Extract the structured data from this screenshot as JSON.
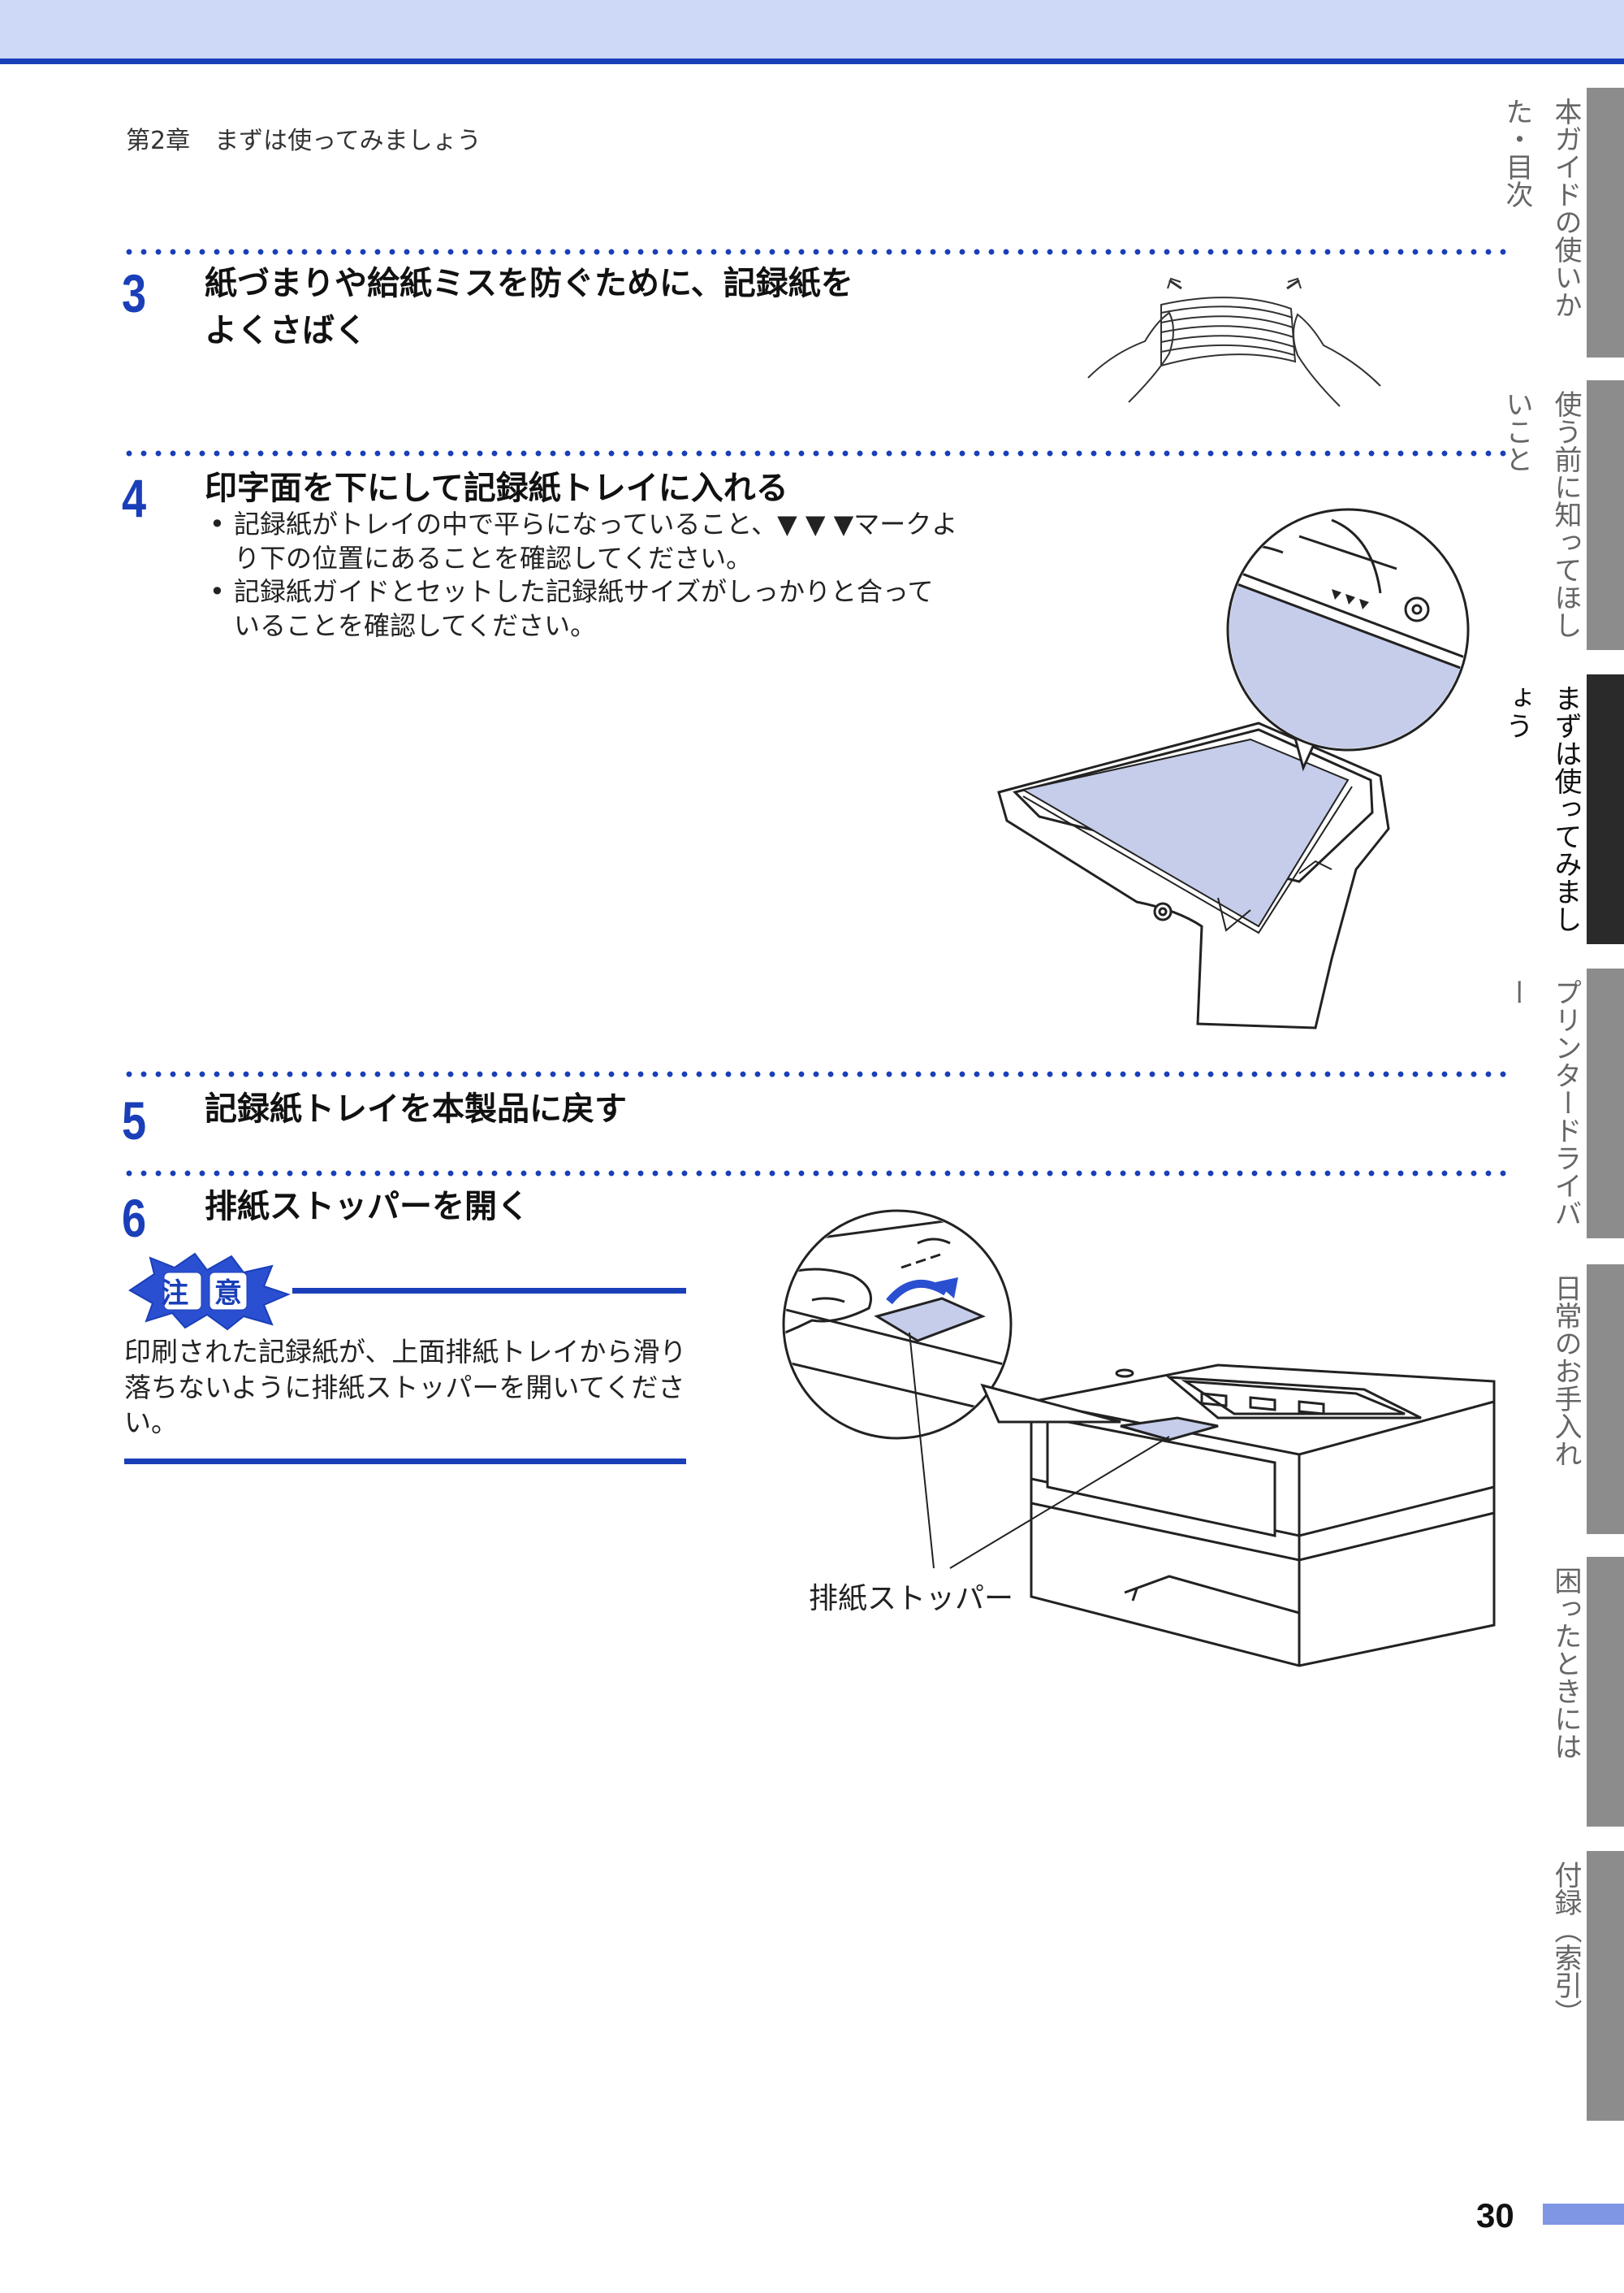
{
  "header": {
    "chapter": "第2章　まずは使ってみましょう"
  },
  "steps": [
    {
      "number": "3",
      "title_line1": "紙づまりや給紙ミスを防ぐために、記録紙を",
      "title_line2": "よくさばく"
    },
    {
      "number": "4",
      "title": "印字面を下にして記録紙トレイに入れる",
      "bullets": [
        {
          "text": "記録紙がトレイの中で平らになっていること、▼ ▼ ▼マークより下の位置にあることを確認してください。"
        },
        {
          "text": "記録紙ガイドとセットした記録紙サイズがしっかりと合っていることを確認してください。"
        }
      ]
    },
    {
      "number": "5",
      "title": "記録紙トレイを本製品に戻す"
    },
    {
      "number": "6",
      "title": "排紙ストッパーを開く"
    }
  ],
  "caution": {
    "badge_text": "注 意",
    "text": "印刷された記録紙が、上面排紙トレイから滑り落ちないように排紙ストッパーを開いてください。"
  },
  "figure": {
    "stopper_label": "排紙ストッパー"
  },
  "side_tabs": [
    {
      "label": "本ガイドの使いかた・目次",
      "active": false
    },
    {
      "label": "使う前に知ってほしいこと",
      "active": false
    },
    {
      "label": "まずは使ってみましょう",
      "active": true
    },
    {
      "label": "プリンタードライバー",
      "active": false
    },
    {
      "label": "日常のお手入れ",
      "active": false
    },
    {
      "label": "困ったときには",
      "active": false
    },
    {
      "label": "付録（索引）",
      "active": false
    }
  ],
  "page": {
    "number": "30"
  },
  "colors": {
    "accent": "#1a3fb8",
    "header_bg": "#cdd9f6",
    "paper_fill": "#c6cdea",
    "tab_gray": "#8c8c8c",
    "tab_active": "#2a2a2a"
  }
}
